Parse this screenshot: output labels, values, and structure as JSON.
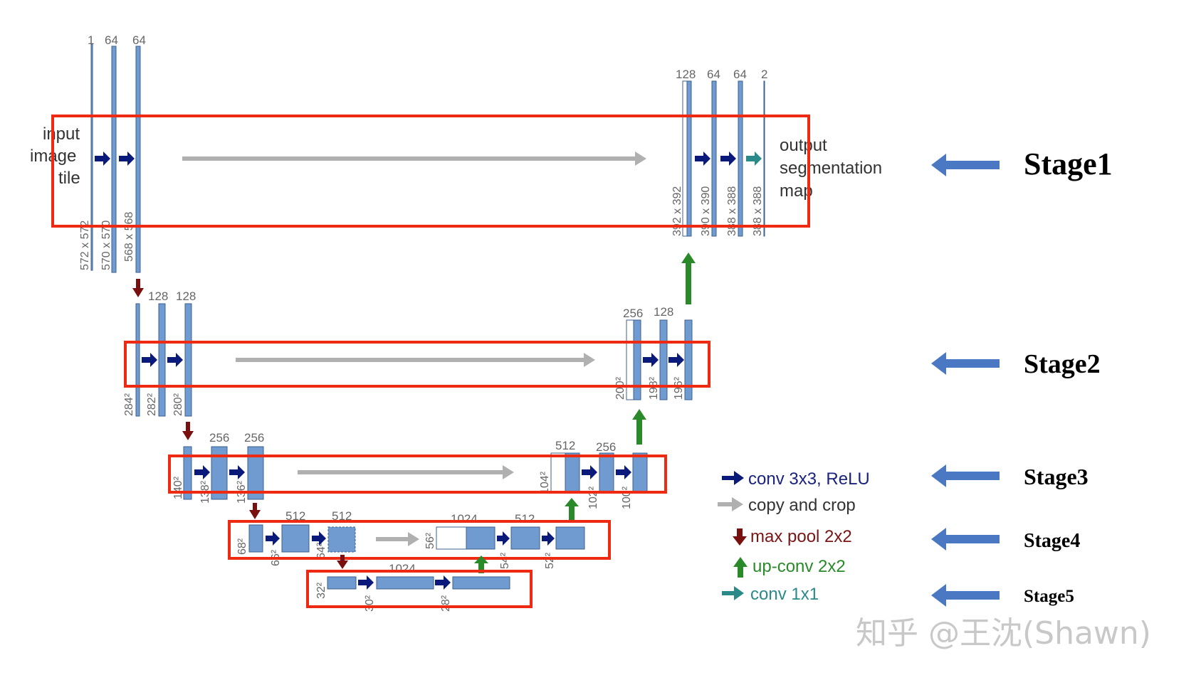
{
  "diagram": {
    "feature_counts": {
      "s1_in": "1",
      "s1_a": "64",
      "s1_b": "64",
      "s1_dec_a": "128",
      "s1_dec_b": "64",
      "s1_dec_c": "64",
      "s1_dec_out": "2",
      "s2_a": "128",
      "s2_b": "128",
      "s2_dec_a": "256",
      "s2_dec_b": "128",
      "s3_a": "256",
      "s3_b": "256",
      "s3_dec_a": "512",
      "s3_dec_b": "256",
      "s4_a": "512",
      "s4_b": "512",
      "s4_dec_a": "1024",
      "s4_dec_b": "512",
      "s5_a": "1024"
    },
    "sizes": {
      "s1_in": "572 x 572",
      "s1_a": "570 x 570",
      "s1_b": "568 x 568",
      "s1_dec_a": "392 x 392",
      "s1_dec_b": "390 x 390",
      "s1_dec_c": "388 x 388",
      "s1_dec_d": "388 x 388",
      "s2_a": "284²",
      "s2_b": "282²",
      "s2_c": "280²",
      "s2_dec_a": "200²",
      "s2_dec_b": "198²",
      "s2_dec_c": "196²",
      "s3_a": "140²",
      "s3_b": "138²",
      "s3_c": "136²",
      "s3_dec_a": "104²",
      "s3_dec_b": "102²",
      "s3_dec_c": "100²",
      "s4_a": "68²",
      "s4_b": "66²",
      "s4_c": "64²",
      "s4_dec_a": "56²",
      "s4_dec_b": "54²",
      "s4_dec_c": "52²",
      "s5_a": "32²",
      "s5_b": "30²",
      "s5_c": "28²"
    },
    "input_label": [
      "input",
      "image",
      "tile"
    ],
    "output_label": [
      "output",
      "segmentation",
      "map"
    ],
    "stages": [
      "Stage1",
      "Stage2",
      "Stage3",
      "Stage4",
      "Stage5"
    ],
    "legend": {
      "conv": "conv 3x3, ReLU",
      "copy": "copy and crop",
      "pool": "max pool 2x2",
      "upconv": "up-conv 2x2",
      "conv1x1": "conv 1x1"
    },
    "watermark": "知乎 @王沈(Shawn)",
    "colors": {
      "block": "#6f9bd1",
      "block_border": "#3c5f8e",
      "conv_arrow": "#0a1a7a",
      "copy_arrow": "#b0b0b0",
      "pool_arrow": "#7a0f0f",
      "upconv_arrow": "#2a8a2a",
      "conv1x1_arrow": "#2a8a8a",
      "highlight_box": "#ee2a12",
      "stage_arrow": "#4a78c2",
      "legend_conv_text": "#1a237e",
      "legend_copy_text": "#333333",
      "legend_pool_text": "#7a1515",
      "legend_upconv_text": "#2a8a2a",
      "legend_conv1x1_text": "#2a8a8a"
    }
  }
}
